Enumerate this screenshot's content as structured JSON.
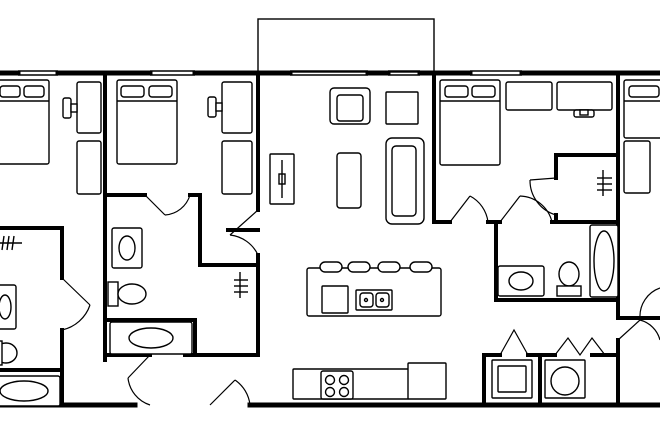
{
  "plan": {
    "rooms": [
      "bedroom-left-partial",
      "bedroom-2",
      "living-room",
      "kitchen",
      "bedroom-3",
      "bedroom-right-partial",
      "bathroom-left",
      "bathroom-center-left",
      "bathroom-right",
      "laundry",
      "balcony"
    ],
    "icons": [
      "bed-icon",
      "desk-icon",
      "chair-icon",
      "armchair-icon",
      "sofa-icon",
      "coffee-table-icon",
      "tv-stand-icon",
      "bar-stool-icon",
      "sink-icon",
      "stove-icon",
      "toilet-icon",
      "bathtub-icon",
      "vanity-sink-icon",
      "washer-icon",
      "dryer-icon",
      "closet-rod-icon",
      "door-swing-icon"
    ],
    "colors": {
      "line": "#000000",
      "background": "#ffffff"
    }
  }
}
